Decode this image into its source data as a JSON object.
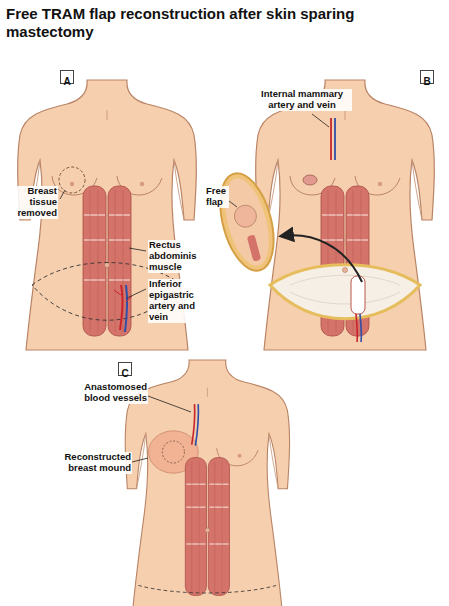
{
  "diagram": {
    "title": "Free TRAM flap reconstruction after skin sparing mastectomy",
    "nodes": [
      {
        "text": [
          "A"
        ]
      },
      {
        "text": [
          "B"
        ]
      },
      {
        "text": [
          "C"
        ]
      }
    ],
    "labels": [
      "Breast tissue removed",
      "Rectus abdominis muscle",
      "Inferior epigastric artery and vein",
      "Internal mammary artery and vein",
      "Free flap",
      "Anastomosed blood vessels",
      "Reconstructed breast mound"
    ]
  }
}
